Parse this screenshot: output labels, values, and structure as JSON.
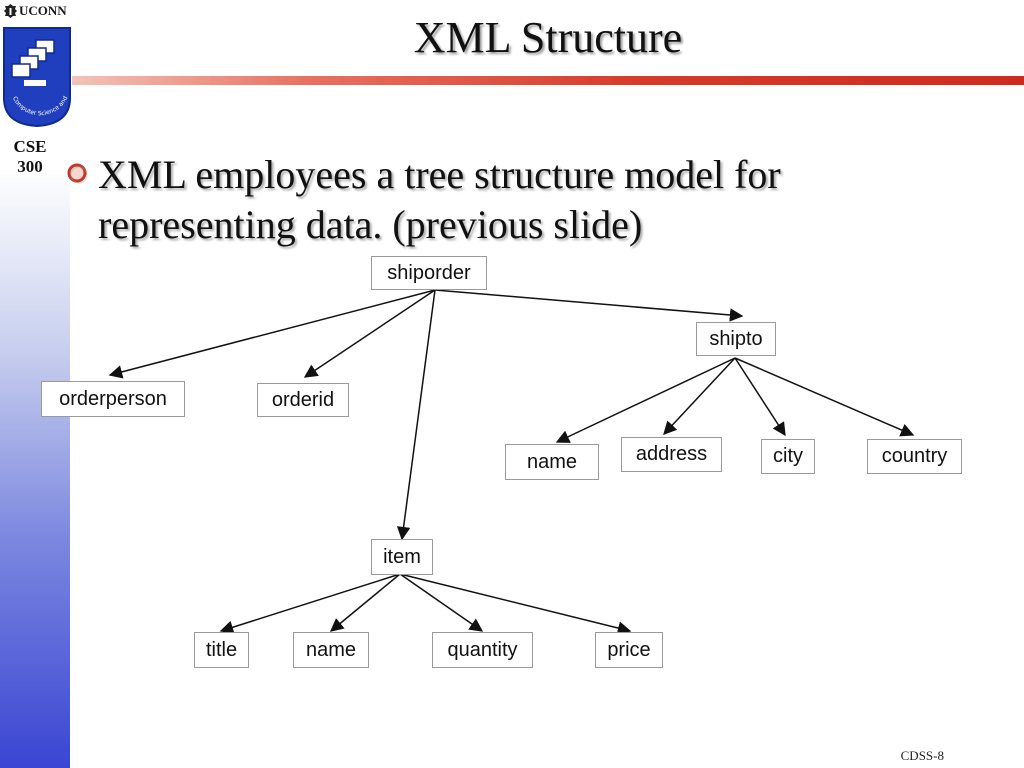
{
  "header": {
    "university": "UCONN",
    "course": "CSE 300",
    "course_line1": "CSE",
    "course_line2": "300",
    "logo_icon": "computer-science-engineering-logo",
    "logo_text": "Computer Science and Engineering"
  },
  "title": "XML Structure",
  "bullets": [
    {
      "icon": "hollow-circle-bullet",
      "text": "XML employees a tree structure model for representing data. (previous slide)"
    }
  ],
  "diagram": {
    "type": "tree",
    "nodes": [
      {
        "id": "shiporder",
        "label": "shiporder"
      },
      {
        "id": "orderperson",
        "label": "orderperson"
      },
      {
        "id": "orderid",
        "label": "orderid"
      },
      {
        "id": "shipto",
        "label": "shipto"
      },
      {
        "id": "item",
        "label": "item"
      },
      {
        "id": "shipto_name",
        "label": "name"
      },
      {
        "id": "address",
        "label": "address"
      },
      {
        "id": "city",
        "label": "city"
      },
      {
        "id": "country",
        "label": "country"
      },
      {
        "id": "title",
        "label": "title"
      },
      {
        "id": "item_name",
        "label": "name"
      },
      {
        "id": "quantity",
        "label": "quantity"
      },
      {
        "id": "price",
        "label": "price"
      }
    ],
    "edges": [
      {
        "from": "shiporder",
        "to": "orderperson"
      },
      {
        "from": "shiporder",
        "to": "orderid"
      },
      {
        "from": "shiporder",
        "to": "item"
      },
      {
        "from": "shiporder",
        "to": "shipto"
      },
      {
        "from": "shipto",
        "to": "shipto_name"
      },
      {
        "from": "shipto",
        "to": "address"
      },
      {
        "from": "shipto",
        "to": "city"
      },
      {
        "from": "shipto",
        "to": "country"
      },
      {
        "from": "item",
        "to": "title"
      },
      {
        "from": "item",
        "to": "item_name"
      },
      {
        "from": "item",
        "to": "quantity"
      },
      {
        "from": "item",
        "to": "price"
      }
    ]
  },
  "footer": {
    "slide_number": "CDSS-8"
  },
  "colors": {
    "accent_bar": "#d02a1f",
    "sidebar_gradient_end": "#3a45d3",
    "bullet": "#c0392b"
  }
}
